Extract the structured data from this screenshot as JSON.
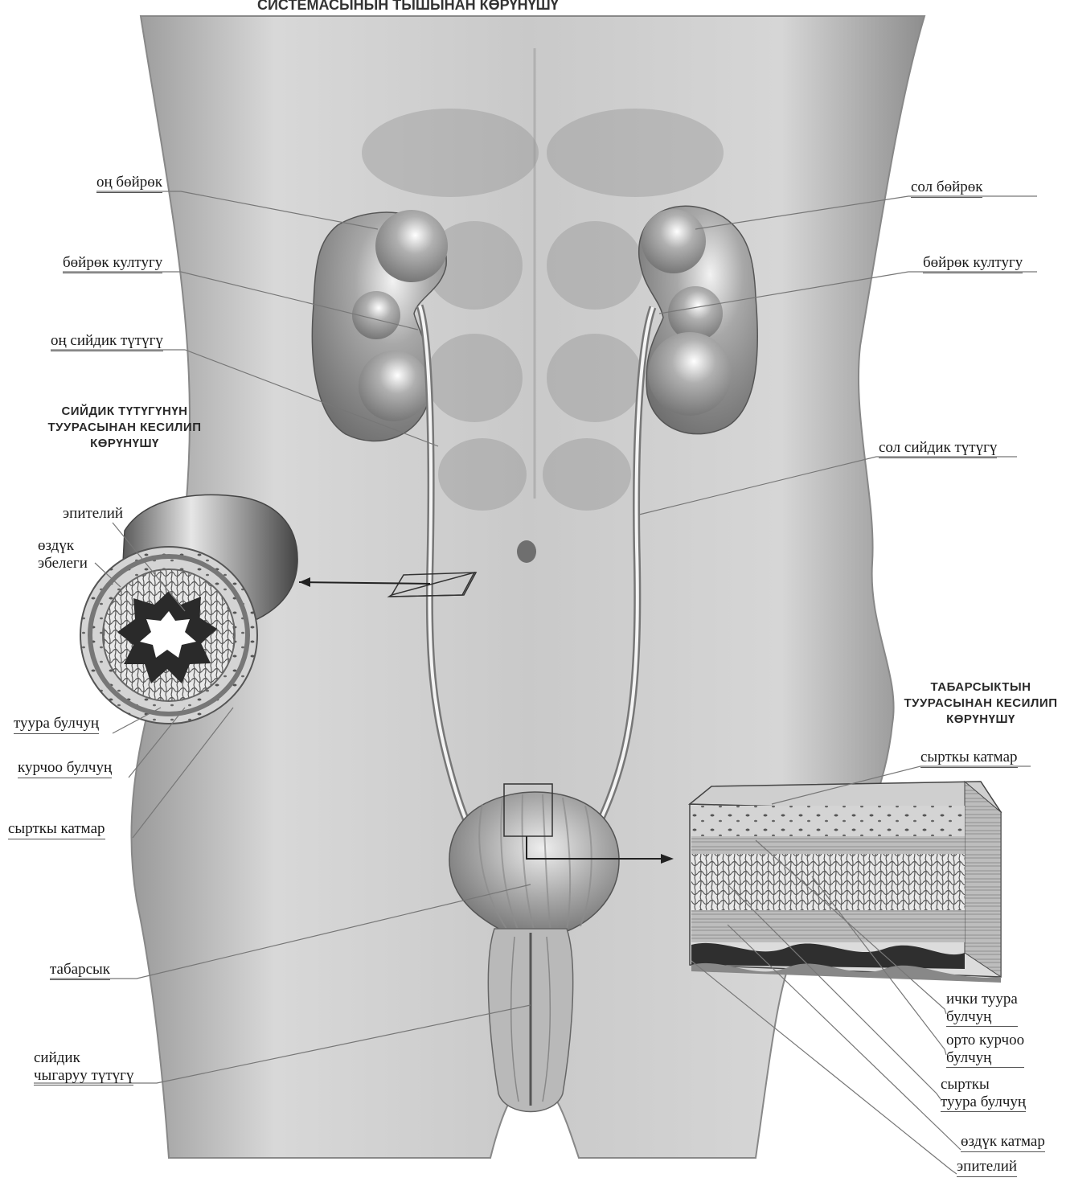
{
  "title": "СИСТЕМАСЫНЫН ТЫШЫНАН КӨРҮНҮШҮ",
  "sections": {
    "ureter_cross_section": "СИЙДИК ТҮТҮГҮНҮН ТУУРАСЫНАН КЕСИЛИП КӨРҮНҮШҮ",
    "bladder_cross_section": "ТАБАРСЫКТЫН ТУУРАСЫНАН КЕСИЛИП КӨРҮНҮШҮ"
  },
  "labels": {
    "right_kidney": "оң бөйрөк",
    "left_kidney": "сол бөйрөк",
    "right_renal_pelvis": "бөйрөк култугу",
    "left_renal_pelvis": "бөйрөк култугу",
    "right_ureter": "оң сийдик түтүгү",
    "left_ureter": "сол сийдик түтүгү",
    "bladder": "табарсык",
    "urethra_line1": "сийдик",
    "urethra_line2": "чыгаруу түтүгү"
  },
  "ureter_layers": {
    "epithelium": "эпителий",
    "mucosa_line1": "өздүк",
    "mucosa_line2": "эбелеги",
    "longitudinal_muscle": "туура булчуң",
    "circular_muscle": "курчоо булчуң",
    "outer_layer": "сырткы катмар"
  },
  "bladder_layers": {
    "outer_layer": "сырткы катмар",
    "inner_long_line1": "ички туура",
    "inner_long_line2": "булчуң",
    "middle_circ_line1": "орто курчоо",
    "middle_circ_line2": "булчуң",
    "outer_long_line1": "сырткы",
    "outer_long_line2": "туура булчуң",
    "mucosa": "өздүк катмар",
    "epithelium": "эпителий"
  }
}
